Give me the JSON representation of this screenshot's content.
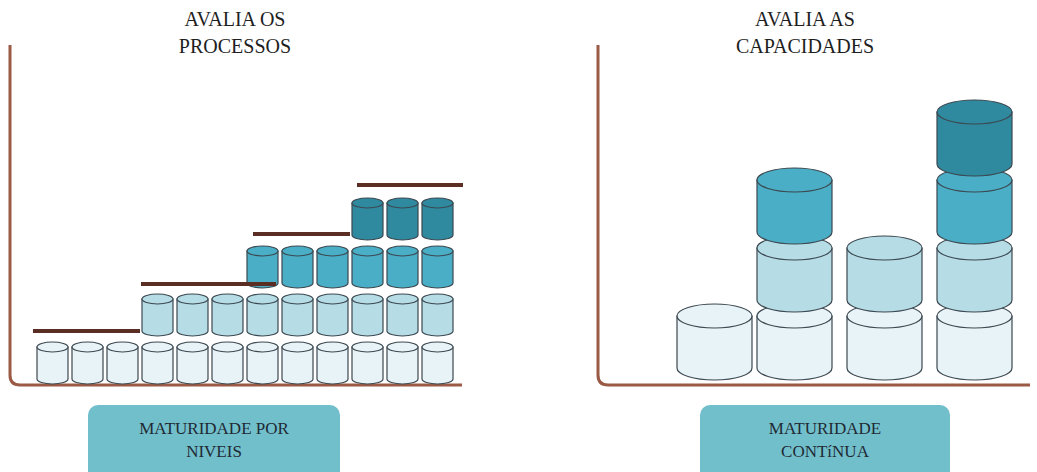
{
  "diagram": {
    "nodes": [
      {
        "text": [
          "MATURIDADE POR NIVEIS"
        ]
      },
      {
        "text": [
          "MATURIDADE CONTíNUA"
        ]
      }
    ],
    "labels": [
      "AVALIA OS PROCESSOS",
      "AVALIA AS CAPACIDADES"
    ]
  }
}
